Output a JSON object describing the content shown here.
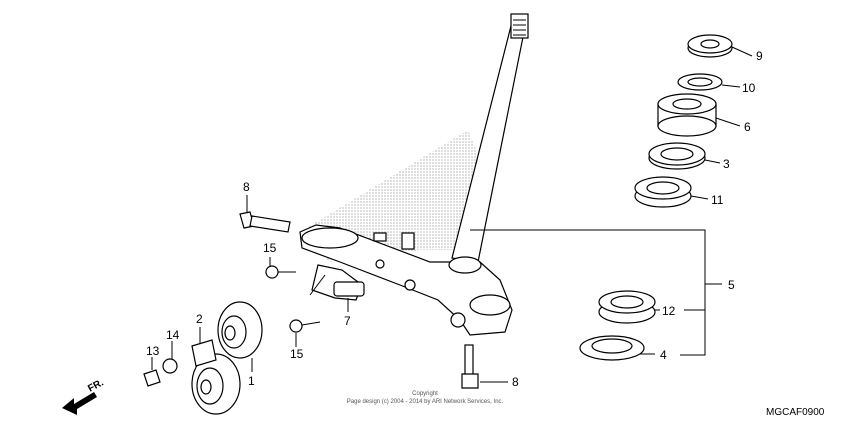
{
  "diagram": {
    "callouts": [
      {
        "id": "9",
        "label": "9"
      },
      {
        "id": "10",
        "label": "10"
      },
      {
        "id": "6",
        "label": "6"
      },
      {
        "id": "3",
        "label": "3"
      },
      {
        "id": "11",
        "label": "11"
      },
      {
        "id": "5",
        "label": "5"
      },
      {
        "id": "12",
        "label": "12"
      },
      {
        "id": "4",
        "label": "4"
      },
      {
        "id": "8a",
        "label": "8"
      },
      {
        "id": "8b",
        "label": "8"
      },
      {
        "id": "15a",
        "label": "15"
      },
      {
        "id": "15b",
        "label": "15"
      },
      {
        "id": "7",
        "label": "7"
      },
      {
        "id": "2",
        "label": "2"
      },
      {
        "id": "14",
        "label": "14"
      },
      {
        "id": "13",
        "label": "13"
      },
      {
        "id": "1",
        "label": "1"
      }
    ],
    "copyright_line1": "Copyright",
    "copyright_line2": "Page design (c) 2004 - 2014 by ARI Network Services, Inc.",
    "diagram_code": "MGCAF0900",
    "direction_label": "FR."
  }
}
